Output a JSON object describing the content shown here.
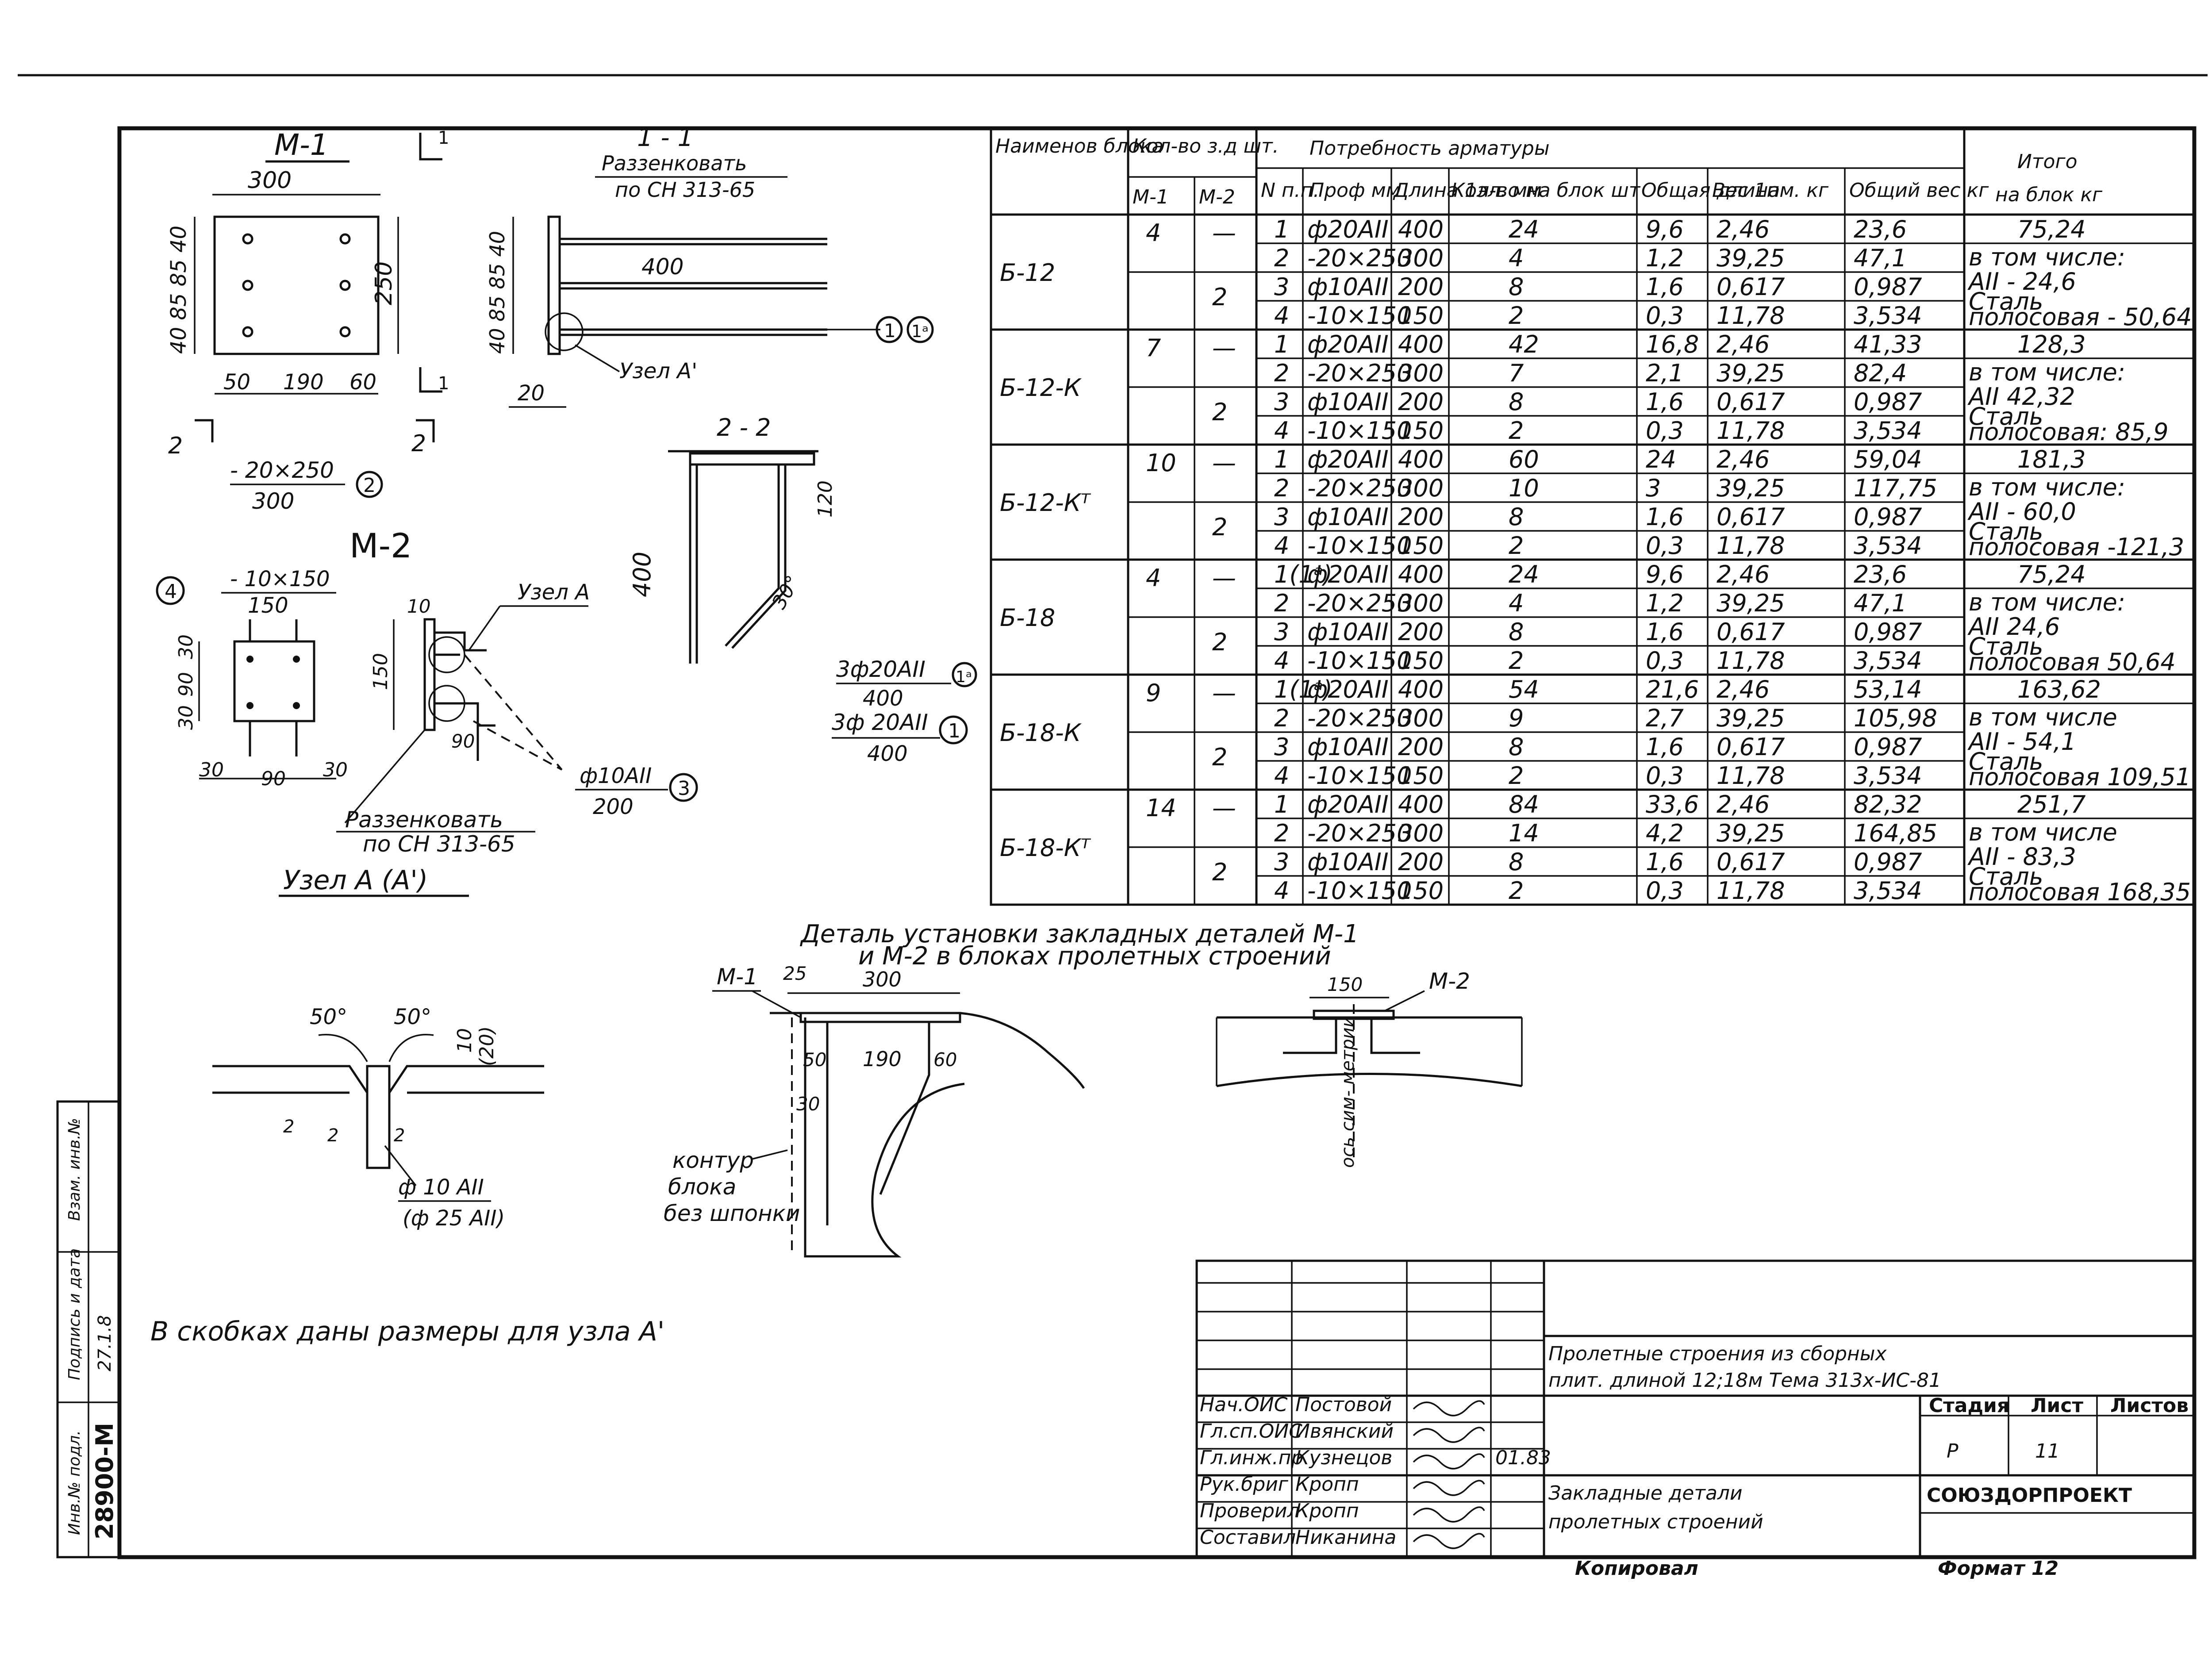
{
  "top_rule": "",
  "side_stamp": {
    "inv_orig": "Инв.№ подл.",
    "inv_orig_value": "28900-М",
    "sign_date": "Подпись и дата",
    "sign_date_value": "27.1.8",
    "replace_inv": "Взам. инв.№"
  },
  "m1": {
    "title": "М-1",
    "section_mark": "1",
    "section_mark_low": "1",
    "width": "300",
    "dims_v": "40 85 85 40",
    "height": "250",
    "dims_h": [
      "50",
      "190",
      "60"
    ],
    "mark2": "2",
    "mark2b": "2",
    "plate": "- 20×250",
    "plate_len": "300",
    "plate_pos": "2"
  },
  "sec11": {
    "title": "1 - 1",
    "note1": "Раззенковать",
    "note2": "по СН 313-65",
    "bar_len": "400",
    "dims_v": "40 85 85 40",
    "dim20": "20",
    "node": "Узел А'",
    "pos1": "1",
    "pos1a": "1ᵃ"
  },
  "sec22": {
    "title": "2 - 2",
    "height": "400",
    "dim120": "120",
    "angle": "30°"
  },
  "bars": {
    "b1a": "3ф20АII",
    "b1a_pos": "1ᵃ",
    "b1a_len": "400",
    "b1": "3ф 20АII",
    "b1_pos": "1",
    "b1_len": "400",
    "b3": "ф10АII",
    "b3_pos": "3",
    "b3_len": "200"
  },
  "m2": {
    "title": "М-2",
    "plate": "- 10×150",
    "plate_len": "150",
    "pos4": "4",
    "dims_v": [
      "30",
      "90",
      "30"
    ],
    "dims_h": [
      "30",
      "90",
      "30"
    ],
    "node": "Узел А",
    "dim10": "10",
    "dim150": "150",
    "dim90": "90",
    "note1": "Раззенковать",
    "note2": "по СН 313-65",
    "node_title": "Узел А (А')"
  },
  "detail": {
    "title1": "Деталь  установки  закладных  деталей  М-1",
    "title2": "и М-2   в блоках  пролетных  строений",
    "m1": "М-1",
    "m2": "М-2",
    "d25": "25",
    "d300": "300",
    "d50": "50",
    "d190": "190",
    "d60": "60",
    "d30": "30",
    "d150": "150",
    "contour1": "контур",
    "contour2": "блока",
    "contour3": "без шпонки",
    "axis": "ось сим- метрии"
  },
  "weld": {
    "a1": "50°",
    "a2": "50°",
    "t10": "10",
    "t20": "(20)",
    "g2a": "2",
    "g2b": "2",
    "g2c": "2",
    "rod": "ф 10 АII",
    "rod2": "(ф 25 АII)"
  },
  "note": "В скобках   даны размеры для узла А'",
  "table": {
    "headers": {
      "block": "Наименов блока",
      "count": "Кол-во з.д шт.",
      "m1": "М-1",
      "m2": "М-2",
      "need": "Потребность арматуры",
      "np": "N п.п.",
      "prof": "Проф мм",
      "len": "Длина 1эл. мм",
      "qty": "Кол-во на блок шт",
      "total_len": "Общая длина",
      "w1m": "Вес 1пм. кг",
      "total_w": "Общий вес кг",
      "sum1": "Итого",
      "sum2": "на блок кг"
    },
    "groups": [
      {
        "name": "Б-12",
        "m1": "4",
        "m2": "2",
        "rows": [
          [
            "1",
            "ф20АII",
            "400",
            "24",
            "9,6",
            "2,46",
            "23,6"
          ],
          [
            "2",
            "-20×250",
            "300",
            "4",
            "1,2",
            "39,25",
            "47,1"
          ],
          [
            "3",
            "ф10АII",
            "200",
            "8",
            "1,6",
            "0,617",
            "0,987"
          ],
          [
            "4",
            "-10×150",
            "150",
            "2",
            "0,3",
            "11,78",
            "3,534"
          ]
        ],
        "total": "75,24",
        "t1": "в том числе:",
        "t2": "АII  -  24,6",
        "t3": "Сталь",
        "t4": "полосовая - 50,64"
      },
      {
        "name": "Б-12-К",
        "m1": "7",
        "m2": "2",
        "rows": [
          [
            "1",
            "ф20АII",
            "400",
            "42",
            "16,8",
            "2,46",
            "41,33"
          ],
          [
            "2",
            "-20×250",
            "300",
            "7",
            "2,1",
            "39,25",
            "82,4"
          ],
          [
            "3",
            "ф10АII",
            "200",
            "8",
            "1,6",
            "0,617",
            "0,987"
          ],
          [
            "4",
            "-10×150",
            "150",
            "2",
            "0,3",
            "11,78",
            "3,534"
          ]
        ],
        "total": "128,3",
        "t1": "в том числе:",
        "t2": "АII   42,32",
        "t3": "Сталь",
        "t4": "полосовая: 85,9"
      },
      {
        "name": "Б-12-Кᵀ",
        "m1": "10",
        "m2": "2",
        "rows": [
          [
            "1",
            "ф20АII",
            "400",
            "60",
            "24",
            "2,46",
            "59,04"
          ],
          [
            "2",
            "-20×250",
            "300",
            "10",
            "3",
            "39,25",
            "117,75"
          ],
          [
            "3",
            "ф10АII",
            "200",
            "8",
            "1,6",
            "0,617",
            "0,987"
          ],
          [
            "4",
            "-10×150",
            "150",
            "2",
            "0,3",
            "11,78",
            "3,534"
          ]
        ],
        "total": "181,3",
        "t1": "в том числе:",
        "t2": "АII   -   60,0",
        "t3": "Сталь",
        "t4": "полосовая -121,3"
      },
      {
        "name": "Б-18",
        "m1": "4",
        "m2": "2",
        "rows": [
          [
            "1(1ᵃ)",
            "ф20АII",
            "400",
            "24",
            "9,6",
            "2,46",
            "23,6"
          ],
          [
            "2",
            "-20×250",
            "300",
            "4",
            "1,2",
            "39,25",
            "47,1"
          ],
          [
            "3",
            "ф10АII",
            "200",
            "8",
            "1,6",
            "0,617",
            "0,987"
          ],
          [
            "4",
            "-10×150",
            "150",
            "2",
            "0,3",
            "11,78",
            "3,534"
          ]
        ],
        "total": "75,24",
        "t1": "в том числе:",
        "t2": "АII        24,6",
        "t3": "Сталь",
        "t4": "полосовая 50,64"
      },
      {
        "name": "Б-18-К",
        "m1": "9",
        "m2": "2",
        "rows": [
          [
            "1(1ᵃ)",
            "ф20АII",
            "400",
            "54",
            "21,6",
            "2,46",
            "53,14"
          ],
          [
            "2",
            "-20×250",
            "300",
            "9",
            "2,7",
            "39,25",
            "105,98"
          ],
          [
            "3",
            "ф10АII",
            "200",
            "8",
            "1,6",
            "0,617",
            "0,987"
          ],
          [
            "4",
            "-10×150",
            "150",
            "2",
            "0,3",
            "11,78",
            "3,534"
          ]
        ],
        "total": "163,62",
        "t1": "в том числе",
        "t2": "АII  -  54,1",
        "t3": "Сталь",
        "t4": "полосовая 109,51"
      },
      {
        "name": "Б-18-Кᵀ",
        "m1": "14",
        "m2": "2",
        "rows": [
          [
            "1",
            "ф20АII",
            "400",
            "84",
            "33,6",
            "2,46",
            "82,32"
          ],
          [
            "2",
            "-20×250",
            "300",
            "14",
            "4,2",
            "39,25",
            "164,85"
          ],
          [
            "3",
            "ф10АII",
            "200",
            "8",
            "1,6",
            "0,617",
            "0,987"
          ],
          [
            "4",
            "-10×150",
            "150",
            "2",
            "0,3",
            "11,78",
            "3,534"
          ]
        ],
        "total": "251,7",
        "t1": "в том числе",
        "t2": "АII - 83,3",
        "t3": "Сталь",
        "t4": "полосовая 168,35"
      }
    ]
  },
  "titleblock": {
    "roles": [
      "Нач.ОИС",
      "Гл.сп.ОИС",
      "Гл.инж.пр",
      "Рук.бриг",
      "Проверил",
      "Составил"
    ],
    "names": [
      "Постовой",
      "Ивянский",
      "Кузнецов",
      "Кропп",
      "Кропп",
      "Никанина"
    ],
    "date": "01.83",
    "project1": "Пролетные строения из сборных",
    "project2": "плит. длиной 12;18м Тема 313х-ИС-81",
    "stage_h": "Стадия",
    "sheet_h": "Лист",
    "sheets_h": "Листов",
    "stage": "Р",
    "sheet": "11",
    "sheets": "",
    "doc1": "Закладные детали",
    "doc2": "пролетных строений",
    "org": "СОЮЗДОРПРОЕКТ",
    "copied": "Копировал",
    "format": "Формат 12"
  }
}
